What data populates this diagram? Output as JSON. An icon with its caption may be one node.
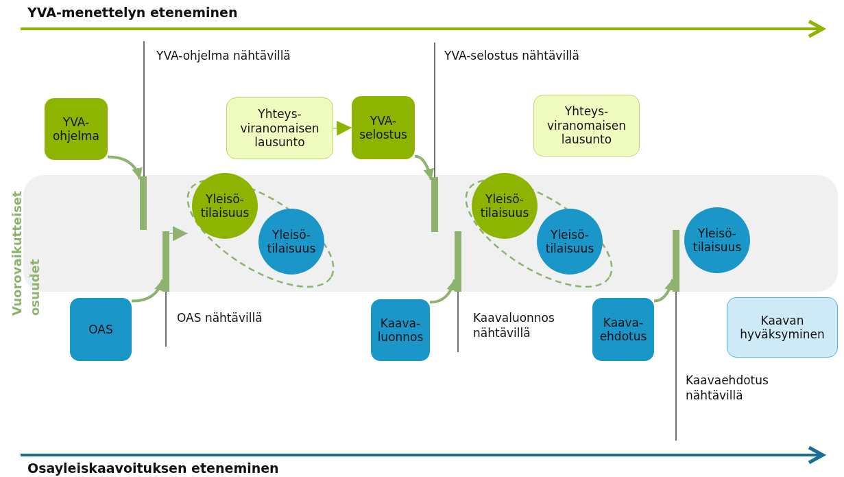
{
  "diagram": {
    "nodes": [
      {
        "text": [
          "Vuorovaikutteiset osuudet"
        ]
      },
      {
        "text": [
          "YVA-ohjelma"
        ]
      },
      {
        "text": [
          "Yhteys-viranomaisen lausunto"
        ]
      },
      {
        "text": [
          "YVA-selostus"
        ]
      },
      {
        "text": [
          "Yhteys-viranomaisen lausunto"
        ]
      },
      {
        "text": [
          "OAS"
        ]
      },
      {
        "text": [
          "Kaava-luonnos"
        ]
      },
      {
        "text": [
          "Kaava-ehdotus"
        ]
      },
      {
        "text": [
          "Kaavan hyväksyminen"
        ]
      },
      {
        "text": [],
        "shape": "bar",
        "in": 0
      },
      {
        "text": [],
        "shape": "bar",
        "in": 0
      },
      {
        "text": [],
        "shape": "bar",
        "in": 0
      },
      {
        "text": [],
        "shape": "bar",
        "in": 0
      },
      {
        "text": [],
        "shape": "bar",
        "in": 0
      },
      {
        "text": [],
        "shape": "ellipse",
        "in": 0
      },
      {
        "text": [
          "Yleisö-tilaisuus"
        ],
        "in": 14
      },
      {
        "text": [
          "Yleisö-tilaisuus"
        ],
        "in": 14
      },
      {
        "text": [],
        "shape": "ellipse",
        "in": 0
      },
      {
        "text": [
          "Yleisö-tilaisuus"
        ],
        "in": 17
      },
      {
        "text": [
          "Yleisö-tilaisuus"
        ],
        "in": 17
      },
      {
        "text": [
          "Yleisö-tilaisuus"
        ],
        "in": 0
      }
    ],
    "edges": [
      {
        "from": 1,
        "to": 9,
        "arrow": "to"
      },
      {
        "from": 2,
        "to": 3,
        "arrow": "to",
        "color": "#8cb400"
      },
      {
        "from": 3,
        "to": 11,
        "arrow": "to"
      },
      {
        "from": 5,
        "to": 10,
        "arrow": "to"
      },
      {
        "from": 10,
        "to": 14,
        "arrow": "to"
      },
      {
        "from": 6,
        "to": 12,
        "arrow": "to"
      },
      {
        "from": 7,
        "to": 13,
        "arrow": "to"
      }
    ],
    "labels": [
      "YVA-menettelyn eteneminen",
      "YVA-ohjelma nähtävillä",
      "YVA-selostus nähtävillä",
      "OAS nähtävillä",
      "Kaavaluonnos nähtävillä",
      "Kaavaehdotus nähtävillä",
      "Osayleiskaavoituksen eteneminen"
    ]
  }
}
